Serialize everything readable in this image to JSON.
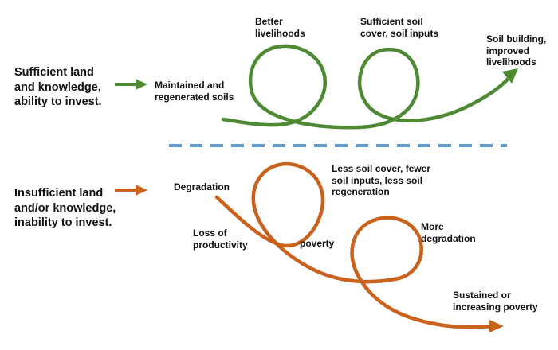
{
  "diagram": {
    "colors": {
      "positive": "#4e8a34",
      "negative": "#c8621c",
      "divider": "#5b9bd5",
      "text": "#111111"
    },
    "top": {
      "condition": "Sufficient land\nand knowledge,\nability to invest.",
      "start": "Maintained and\nregenerated soils",
      "loop1": "Better\nlivelihoods",
      "loop2": "Sufficient soil\ncover, soil inputs",
      "end": "Soil building,\nimproved\nlivelihoods"
    },
    "bottom": {
      "condition": "Insufficient land\nand/or knowledge,\ninability to invest.",
      "start": "Degradation",
      "loop1_left": "Loss of\nproductivity",
      "loop1_right": "poverty",
      "loop1_top": "Less soil cover, fewer\nsoil inputs, less soil\nregeneration",
      "loop2": "More\ndegradation",
      "end": "Sustained or\nincreasing poverty"
    }
  }
}
